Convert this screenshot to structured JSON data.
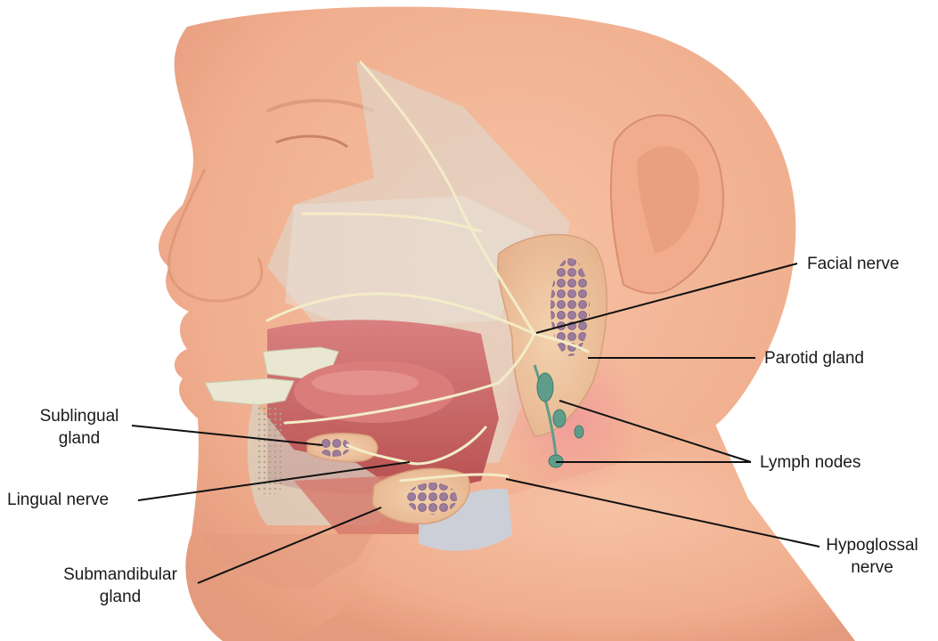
{
  "labels": {
    "facial_nerve": "Facial nerve",
    "parotid_gland": "Parotid gland",
    "lymph_nodes": "Lymph nodes",
    "hypoglossal_nerve": [
      "Hypoglossal",
      "nerve"
    ],
    "sublingual_gland": [
      "Sublingual",
      "gland"
    ],
    "lingual_nerve": "Lingual nerve",
    "submandibular_gland": [
      "Submandibular",
      "gland"
    ]
  },
  "colors": {
    "skin": "#f2b394",
    "skin_shadow": "#e3997b",
    "nerve": "#f3ecc8",
    "gland": "#f0c8a0",
    "gland_lobule": "#9a7a9a",
    "lymph": "#5f9d8a",
    "mouth": "#c9605e",
    "tongue": "#d97c7a",
    "teeth": "#e9e6d2",
    "bone_overlay": "#dcdcd6",
    "leader_line": "#111111"
  }
}
